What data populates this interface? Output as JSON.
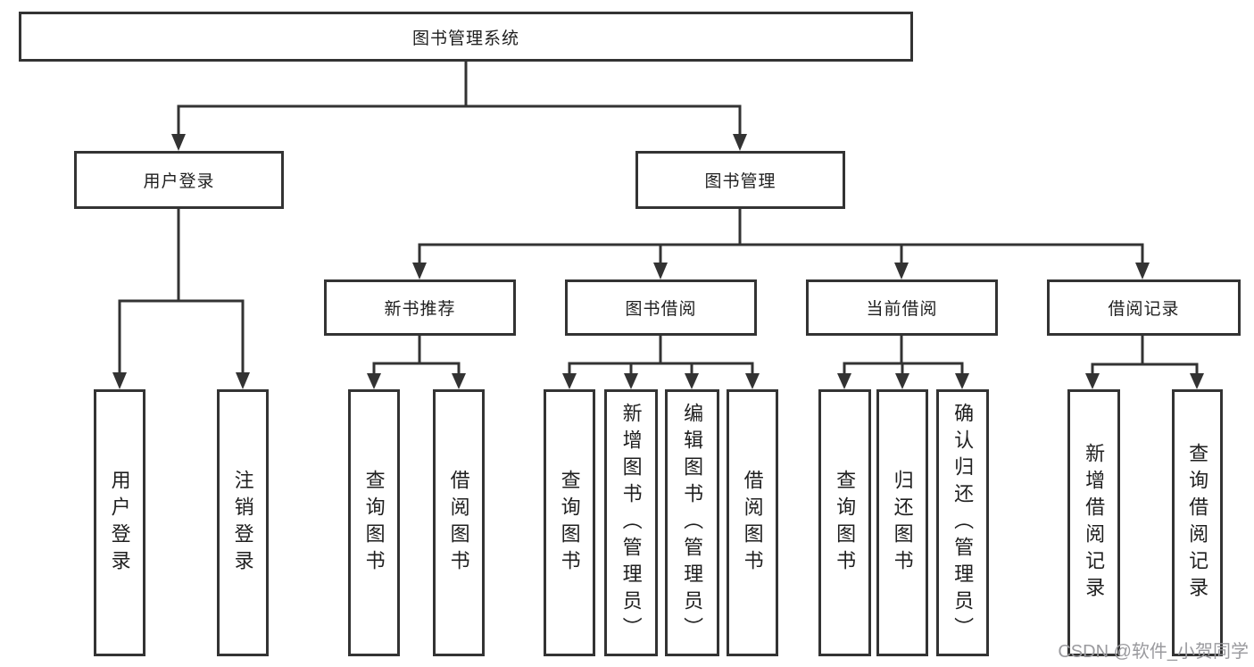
{
  "diagram": {
    "type": "hierarchy-tree",
    "colors": {
      "line": "#333333",
      "box_border": "#333333",
      "text": "#1f1f1f",
      "watermark": "#9a9a9e",
      "background": "#ffffff"
    },
    "watermark": "CSDN @软件_小贺同学"
  },
  "nodes": {
    "root": {
      "label": "图书管理系统"
    },
    "user_login": {
      "label": "用户登录"
    },
    "book_mgmt": {
      "label": "图书管理"
    },
    "new_book_rec": {
      "label": "新书推荐"
    },
    "book_borrow": {
      "label": "图书借阅"
    },
    "current_borrow": {
      "label": "当前借阅"
    },
    "borrow_records": {
      "label": "借阅记录"
    },
    "leaf_user_login": {
      "label": "用户登录"
    },
    "leaf_logout": {
      "label": "注销登录"
    },
    "leaf_query_books_a": {
      "label": "查询图书"
    },
    "leaf_borrow_books_a": {
      "label": "借阅图书"
    },
    "leaf_query_books_b": {
      "label": "查询图书"
    },
    "leaf_add_books": {
      "label": "新增图书（管理员）"
    },
    "leaf_edit_books": {
      "label": "编辑图书（管理员）"
    },
    "leaf_borrow_books_b": {
      "label": "借阅图书"
    },
    "leaf_query_books_c": {
      "label": "查询图书"
    },
    "leaf_return_books": {
      "label": "归还图书"
    },
    "leaf_confirm_return": {
      "label": "确认归还（管理员）"
    },
    "leaf_add_borrow_record": {
      "label": "新增借阅记录"
    },
    "leaf_query_borrow_record": {
      "label": "查询借阅记录"
    }
  },
  "hierarchy": [
    {
      "parent": "图书管理系统",
      "children": [
        "用户登录",
        "图书管理"
      ]
    },
    {
      "parent": "用户登录",
      "children": [
        "用户登录",
        "注销登录"
      ]
    },
    {
      "parent": "图书管理",
      "children": [
        "新书推荐",
        "图书借阅",
        "当前借阅",
        "借阅记录"
      ]
    },
    {
      "parent": "新书推荐",
      "children": [
        "查询图书",
        "借阅图书"
      ]
    },
    {
      "parent": "图书借阅",
      "children": [
        "查询图书",
        "新增图书（管理员）",
        "编辑图书（管理员）",
        "借阅图书"
      ]
    },
    {
      "parent": "当前借阅",
      "children": [
        "查询图书",
        "归还图书",
        "确认归还（管理员）"
      ]
    },
    {
      "parent": "借阅记录",
      "children": [
        "新增借阅记录",
        "查询借阅记录"
      ]
    }
  ]
}
